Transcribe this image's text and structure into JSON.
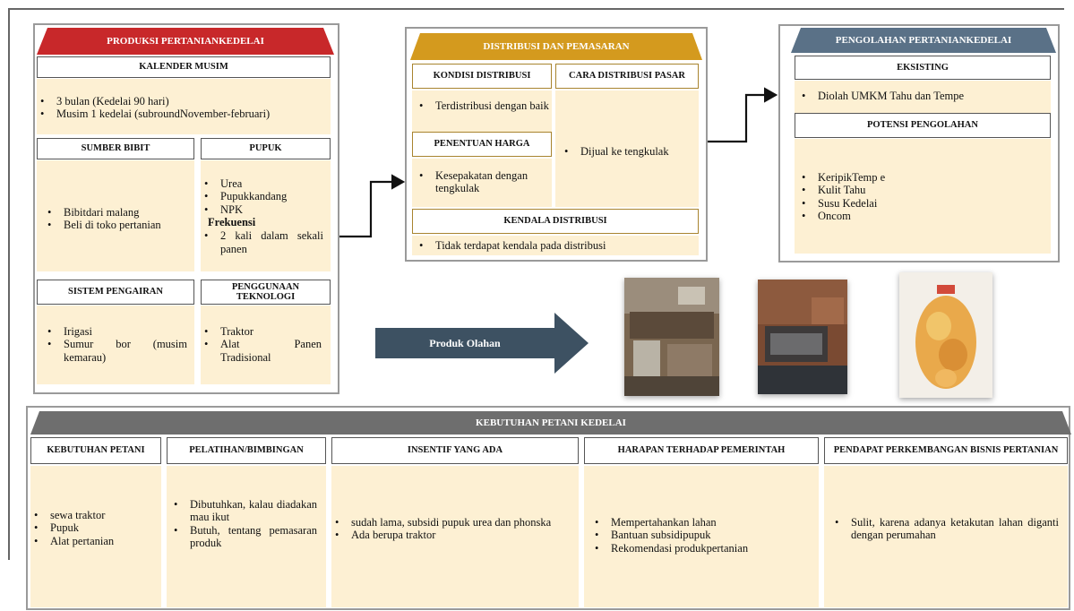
{
  "production": {
    "title": "PRODUKSI PERTANIANKEDELAI",
    "calendar": {
      "header": "KALENDER MUSIM",
      "items": [
        "3 bulan (Kedelai 90 hari)",
        "Musim 1 kedelai (subroundNovember-februari)"
      ]
    },
    "seed": {
      "header": "SUMBER BIBIT",
      "items": [
        "Bibitdari malang",
        "Beli di toko pertanian"
      ]
    },
    "fertilizer": {
      "header": "PUPUK",
      "items": [
        "Urea",
        "Pupukkandang",
        "NPK"
      ],
      "freq_label": "Frekuensi",
      "freq_items": [
        "2 kali dalam sekali panen"
      ]
    },
    "irrigation": {
      "header": "SISTEM PENGAIRAN",
      "items": [
        "Irigasi",
        "Sumur bor (musim kemarau)"
      ]
    },
    "technology": {
      "header": "PENGGUNAAN TEKNOLOGI",
      "items": [
        "Traktor",
        "Alat Panen Tradisional"
      ]
    }
  },
  "distribution": {
    "title": "DISTRIBUSI DAN PEMASARAN",
    "condition": {
      "header": "KONDISI DISTRIBUSI",
      "items": [
        "Terdistribusi dengan baik"
      ]
    },
    "market": {
      "header": "CARA DISTRIBUSI PASAR",
      "items": [
        "Dijual ke tengkulak"
      ]
    },
    "price": {
      "header": "PENENTUAN HARGA",
      "items": [
        "Kesepakatan dengan tengkulak"
      ]
    },
    "obstacle": {
      "header": "KENDALA DISTRIBUSI",
      "items": [
        "Tidak terdapat kendala pada distribusi"
      ]
    }
  },
  "processing": {
    "title": "PENGOLAHAN PERTANIANKEDELAI",
    "existing": {
      "header": "EKSISTING",
      "items": [
        "Diolah UMKM Tahu dan Tempe"
      ]
    },
    "potential": {
      "header": "POTENSI PENGOLAHAN",
      "items": [
        "KeripikTemp e",
        "Kulit Tahu",
        "Susu Kedelai",
        "Oncom"
      ]
    }
  },
  "arrow_label": "Produk Olahan",
  "needs": {
    "title": "KEBUTUHAN PETANI KEDELAI",
    "columns": [
      {
        "header": "KEBUTUHAN PETANI",
        "items": [
          "sewa traktor",
          "Pupuk",
          "Alat pertanian"
        ]
      },
      {
        "header": "PELATIHAN/BIMBINGAN",
        "items": [
          "Dibutuhkan, kalau diadakan mau ikut",
          "Butuh, tentang pemasaran produk"
        ]
      },
      {
        "header": "INSENTIF YANG ADA",
        "items": [
          "sudah lama, subsidi pupuk urea dan phonska",
          "Ada berupa traktor"
        ]
      },
      {
        "header": "HARAPAN TERHADAP PEMERINTAH",
        "items": [
          "Mempertahankan lahan",
          "Bantuan subsidipupuk",
          "Rekomendasi produkpertanian"
        ]
      },
      {
        "header": "PENDAPAT PERKEMBANGAN BISNIS PERTANIAN",
        "items": [
          "Sulit, karena adanya ketakutan lahan diganti dengan perumahan"
        ]
      }
    ]
  },
  "colors": {
    "production": "#c8282a",
    "distribution": "#d49a1e",
    "processing": "#5a7187",
    "needs": "#6e6e6e",
    "arrow": "#3d5162",
    "panel": "#fdf0d3"
  }
}
